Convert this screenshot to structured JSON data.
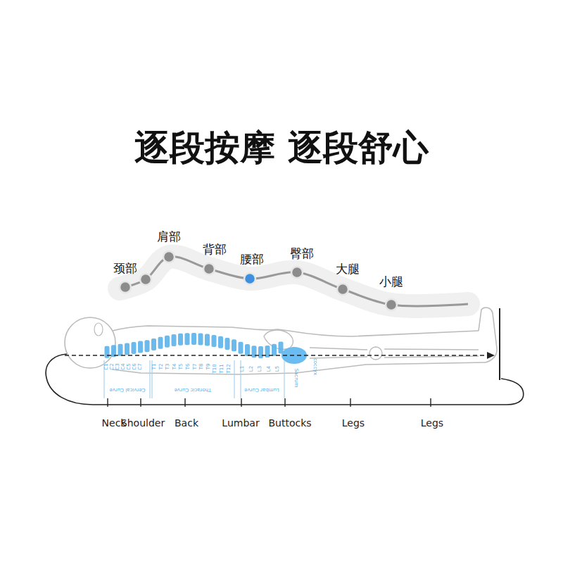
{
  "diagram": {
    "title": "逐段按摩 逐段舒心",
    "labels": [
      "颈部",
      "肩部",
      "背部",
      "腰部",
      "臀部",
      "大腿",
      "小腿",
      "C1",
      "C2",
      "C3",
      "C4",
      "C5",
      "C6",
      "C7",
      "T1",
      "T2",
      "T3",
      "T4",
      "T5",
      "T6",
      "T7",
      "T8",
      "T9",
      "T10",
      "T11",
      "T12",
      "L1",
      "L2",
      "L3",
      "L4",
      "L5",
      "Sacrum",
      "coccyx",
      "Cervical Curve",
      "Thoracic Curve",
      "Lumbar Curve",
      "Neck",
      "Shoulder",
      "Back",
      "Lumbar",
      "Buttocks",
      "Legs",
      "Legs"
    ]
  }
}
